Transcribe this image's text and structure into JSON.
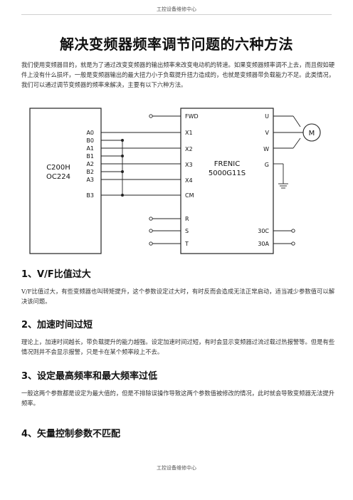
{
  "header": {
    "text": "工控设备维修中心"
  },
  "title": "解决变频器频率调节问题的六种方法",
  "intro": "我们使用变频器目的，就是为了通过改变变频器的输出频率来改变电动机的转速。如果变频器频率调不上去，而且假如硬件上没有什么损坏，一般是变频器输出的最大扭力小于负载提升扭力造成的，也就是变频器带负载能力不足。此类情况，我们可以通过调节变频器的频率来解决，主要有以下六种方法。",
  "diagram": {
    "plc_line1": "C200H",
    "plc_line2": "OC224",
    "plc_pins": [
      "A0",
      "B0",
      "A1",
      "B1",
      "A2",
      "B2",
      "A3",
      "B3"
    ],
    "vfd_line1": "FRENIC",
    "vfd_line2": "5000G11S",
    "vfd_left_pins": [
      "FWD",
      "X1",
      "X2",
      "X3",
      "X4",
      "CM",
      "R",
      "S",
      "T"
    ],
    "vfd_right_pins": [
      "U",
      "V",
      "W",
      "G",
      "30C",
      "30A"
    ],
    "motor_label": "M"
  },
  "sections": [
    {
      "heading": "1、V/F比值过大",
      "body": "V/F比值过大，有些变频器也叫转矩提升，这个参数设定过大时，有时反而会造成无法正常启动，适当减少参数值可以解决该问题。"
    },
    {
      "heading": "2、加速时间过短",
      "body": "理论上，加速时间越长，带负载提升的能力越强。设定加速时间过短，有时会显示变频器过流过载过热报警等。但是有些情况则并不会显示报警，只是卡在某个频率段上不去。"
    },
    {
      "heading": "3、设定最高频率和最大频率过低",
      "body": "一般这两个参数都是设定为最大值的，但是不排除误操作导致这两个参数值被修改的情况，此时就会导致变频器无法提升频率。"
    },
    {
      "heading": "4、矢量控制参数不匹配",
      "body": ""
    }
  ],
  "footer": {
    "text": "工控设备维修中心"
  }
}
